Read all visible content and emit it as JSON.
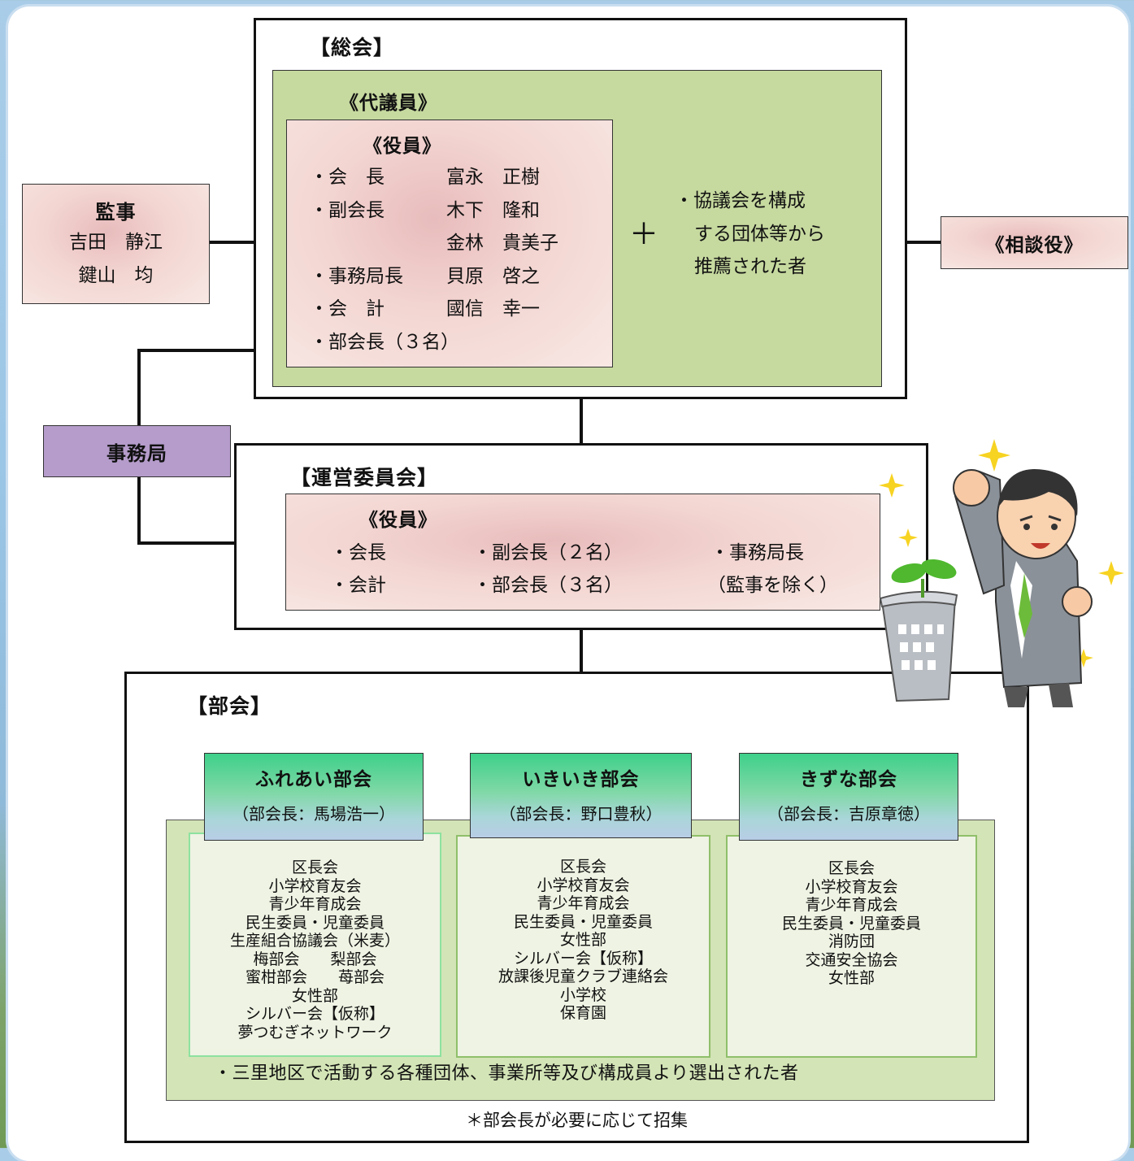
{
  "soukai": {
    "title": "【総会】",
    "daigiin": "《代議員》",
    "yakuin_title": "《役員》",
    "officers": [
      {
        "role": "・会　長",
        "name": "富永　正樹"
      },
      {
        "role": "・副会長",
        "name": "木下　隆和"
      },
      {
        "role": "",
        "name": "金林　貴美子"
      },
      {
        "role": "・事務局長",
        "name": "貝原　啓之"
      },
      {
        "role": "・会　計",
        "name": "國信　幸一"
      },
      {
        "role": "・部会長（３名）",
        "name": ""
      }
    ],
    "plus": "＋",
    "others": [
      "・協議会を構成",
      "する団体等から",
      "推薦された者"
    ]
  },
  "kanji": {
    "title": "監事",
    "members": [
      "吉田　静江",
      "鍵山　均"
    ]
  },
  "soudanyaku": "《相談役》",
  "jimukyoku": "事務局",
  "unei": {
    "title": "【運営委員会】",
    "yakuin_title": "《役員》",
    "row1": [
      "・会長",
      "・副会長（２名）",
      "・事務局長"
    ],
    "row2": [
      "・会計",
      "・部会長（３名）",
      "（監事を除く）"
    ]
  },
  "bukai": {
    "title": "【部会】",
    "groups": [
      {
        "name": "ふれあい部会",
        "leader": "（部会長：馬場浩一）",
        "members": [
          "区長会",
          "小学校育友会",
          "青少年育成会",
          "民生委員・児童委員",
          "生産組合協議会（米麦）",
          "梅部会　　梨部会",
          "蜜柑部会　　苺部会",
          "女性部",
          "シルバー会【仮称】",
          "夢つむぎネットワーク"
        ]
      },
      {
        "name": "いきいき部会",
        "leader": "（部会長：野口豊秋）",
        "members": [
          "区長会",
          "小学校育友会",
          "青少年育成会",
          "民生委員・児童委員",
          "女性部",
          "シルバー会【仮称】",
          "放課後児童クラブ連絡会",
          "小学校",
          "保育園"
        ]
      },
      {
        "name": "きずな部会",
        "leader": "（部会長：吉原章徳）",
        "members": [
          "区長会",
          "小学校育友会",
          "青少年育成会",
          "民生委員・児童委員",
          "消防団",
          "交通安全協会",
          "女性部"
        ]
      }
    ],
    "footer": "・三里地区で活動する各種団体、事業所等及び構成員より選出された者",
    "note": "＊部会長が必要に応じて招集"
  }
}
